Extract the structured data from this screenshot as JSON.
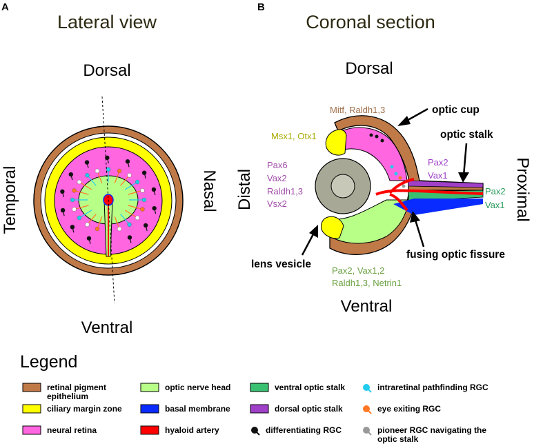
{
  "panels": {
    "a_label": "A",
    "b_label": "B"
  },
  "lateral": {
    "title": "Lateral view",
    "dorsal": "Dorsal",
    "ventral": "Ventral",
    "temporal": "Temporal",
    "nasal": "Nasal"
  },
  "coronal": {
    "title": "Coronal section",
    "dorsal": "Dorsal",
    "ventral": "Ventral",
    "distal": "Distal",
    "proximal": "Proximal",
    "genes": {
      "rpe": "Mitf, Raldh1,3",
      "cmz": "Msx1, Otx1",
      "retina": [
        "Pax6",
        "Vax2",
        "Raldh1,3",
        "Vsx2"
      ],
      "dorsal_stalk": [
        "Pax2",
        "Vax1"
      ],
      "ventral_stalk": [
        "Pax2",
        "Vax1"
      ],
      "ventral_retina_line1": "Pax2, Vax1,2",
      "ventral_retina_line2": "Raldh1,3, Netrin1"
    },
    "annotations": {
      "optic_cup": "optic cup",
      "optic_stalk": "optic stalk",
      "lens_vesicle": "lens vesicle",
      "fusing_fissure": "fusing optic fissure"
    }
  },
  "legend": {
    "title": "Legend",
    "items": [
      {
        "label_lines": [
          "retinal pigment",
          "epithelium"
        ],
        "color": "#c07a48",
        "kind": "swatch"
      },
      {
        "label_lines": [
          "ciliary margin zone"
        ],
        "color": "#ffff00",
        "kind": "swatch"
      },
      {
        "label_lines": [
          "neural retina"
        ],
        "color": "#ff66e0",
        "kind": "swatch"
      },
      {
        "label_lines": [
          "optic nerve head"
        ],
        "color": "#b8ff88",
        "kind": "swatch"
      },
      {
        "label_lines": [
          "basal membrane"
        ],
        "color": "#0a2bff",
        "kind": "swatch"
      },
      {
        "label_lines": [
          "hyaloid artery"
        ],
        "color": "#ff0000",
        "kind": "swatch"
      },
      {
        "label_lines": [
          "ventral optic stalk"
        ],
        "color": "#39c070",
        "kind": "swatch"
      },
      {
        "label_lines": [
          "dorsal optic stalk"
        ],
        "color": "#a040c8",
        "kind": "swatch"
      },
      {
        "label_lines": [
          "differentiating RGC"
        ],
        "color": "#111111",
        "kind": "cell"
      },
      {
        "label_lines": [
          "intraretinal pathfinding RGC"
        ],
        "color": "#22ccee",
        "kind": "cell"
      },
      {
        "label_lines": [
          "eye exiting RGC"
        ],
        "color": "#ff7722",
        "kind": "cell"
      },
      {
        "label_lines": [
          "pioneer RGC navigating the",
          "optic stalk"
        ],
        "color": "#999999",
        "kind": "cell"
      }
    ]
  }
}
